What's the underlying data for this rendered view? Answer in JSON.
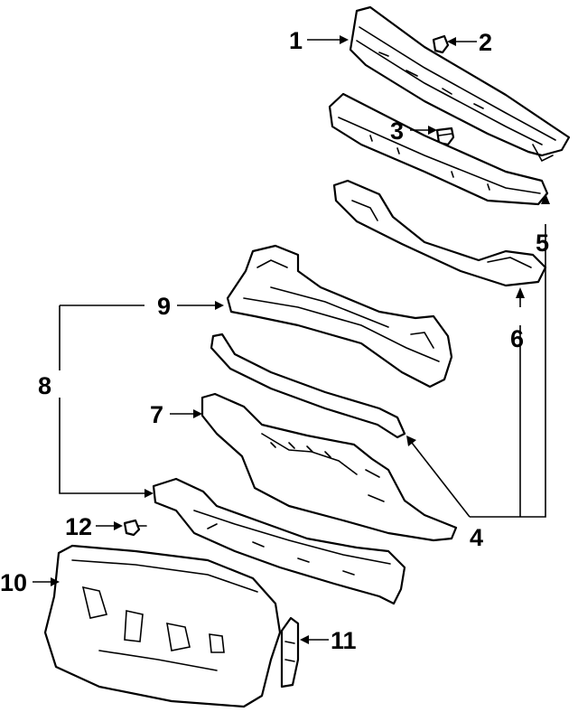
{
  "diagram": {
    "colors": {
      "ink": "#000000",
      "paper": "#ffffff"
    },
    "callouts": [
      {
        "id": "1",
        "label": "1"
      },
      {
        "id": "2",
        "label": "2"
      },
      {
        "id": "3",
        "label": "3"
      },
      {
        "id": "4",
        "label": "4"
      },
      {
        "id": "5",
        "label": "5"
      },
      {
        "id": "6",
        "label": "6"
      },
      {
        "id": "7",
        "label": "7"
      },
      {
        "id": "8",
        "label": "8"
      },
      {
        "id": "9",
        "label": "9"
      },
      {
        "id": "10",
        "label": "10"
      },
      {
        "id": "11",
        "label": "11"
      },
      {
        "id": "12",
        "label": "12"
      }
    ]
  }
}
